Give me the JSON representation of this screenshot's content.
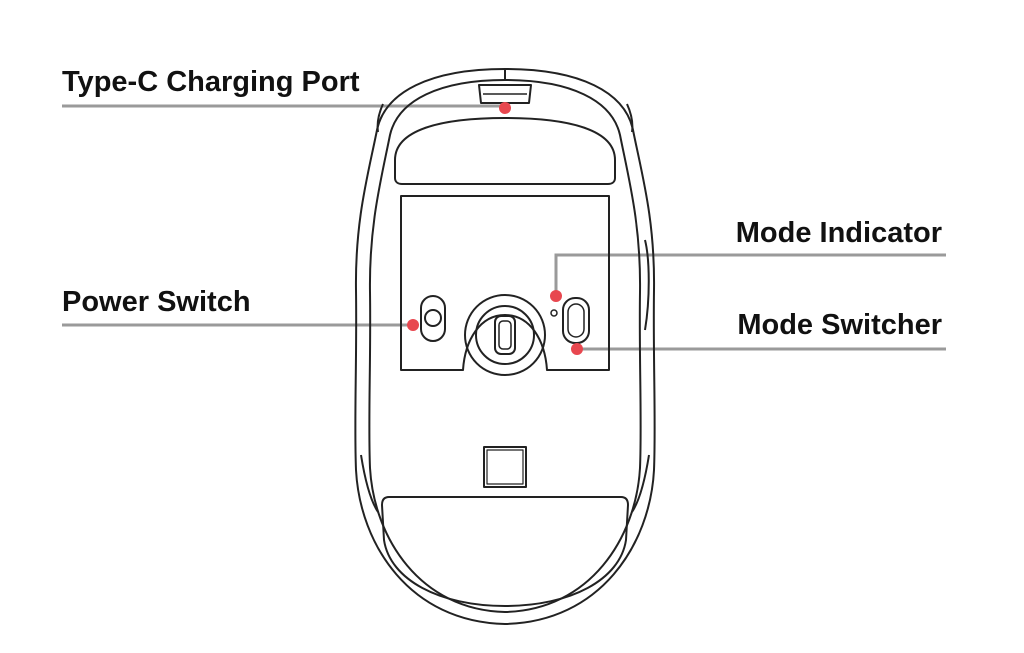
{
  "labels": {
    "charging_port": "Type-C Charging Port",
    "power_switch": "Power Switch",
    "mode_indicator": "Mode Indicator",
    "mode_switcher": "Mode Switcher"
  },
  "colors": {
    "outline": "#222222",
    "leader_line": "#9a9a9a",
    "callout_dot": "#e8474f",
    "text": "#111111"
  }
}
